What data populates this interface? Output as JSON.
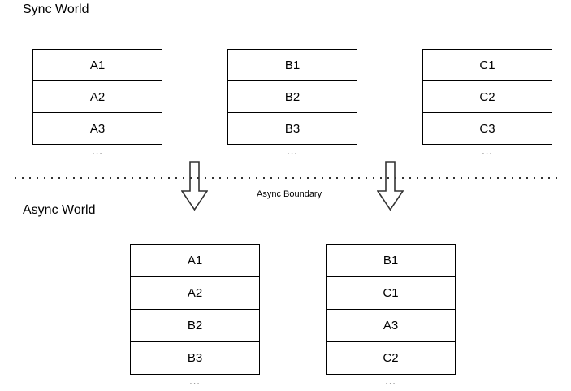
{
  "sync_section": {
    "title": "Sync World",
    "stacks": [
      {
        "id": "A",
        "cells": [
          "A1",
          "A2",
          "A3"
        ],
        "ellipsis": "..."
      },
      {
        "id": "B",
        "cells": [
          "B1",
          "B2",
          "B3"
        ],
        "ellipsis": "..."
      },
      {
        "id": "C",
        "cells": [
          "C1",
          "C2",
          "C3"
        ],
        "ellipsis": "..."
      }
    ]
  },
  "boundary": {
    "label": "Async Boundary",
    "line_style": "dotted",
    "line_color": "#333333",
    "arrow_icon": "down-arrow"
  },
  "async_section": {
    "title": "Async World",
    "stacks": [
      {
        "id": "left",
        "cells": [
          "A1",
          "A2",
          "B2",
          "B3"
        ],
        "ellipsis": "..."
      },
      {
        "id": "right",
        "cells": [
          "B1",
          "C1",
          "A3",
          "C2"
        ],
        "ellipsis": "..."
      }
    ]
  },
  "colors": {
    "background": "#ffffff",
    "text": "#000000",
    "box_border": "#000000",
    "arrow_stroke": "#333333"
  }
}
